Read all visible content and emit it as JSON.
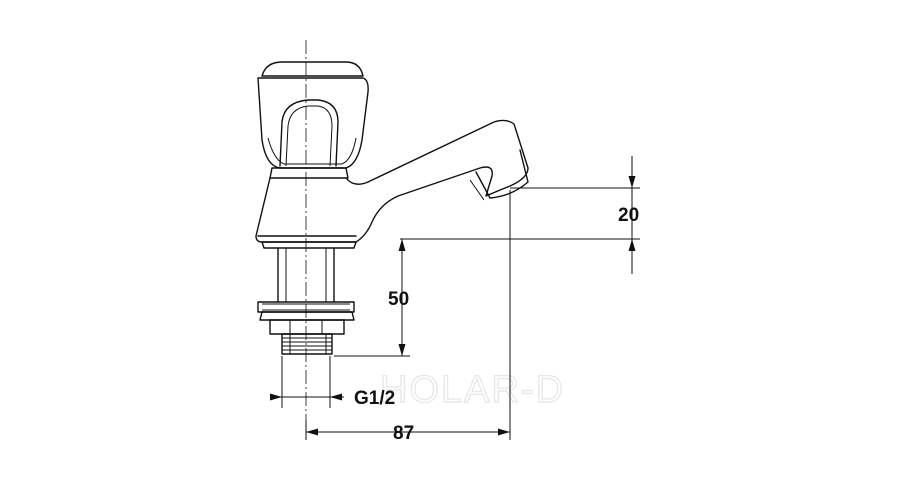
{
  "diagram": {
    "dimensions": {
      "spout_height": "20",
      "shank_length": "50",
      "thread": "G1/2",
      "reach": "87"
    },
    "watermark": "HOLAR-D",
    "colors": {
      "line": "#111111",
      "background": "#ffffff",
      "watermark": "#e6e6e6"
    }
  }
}
